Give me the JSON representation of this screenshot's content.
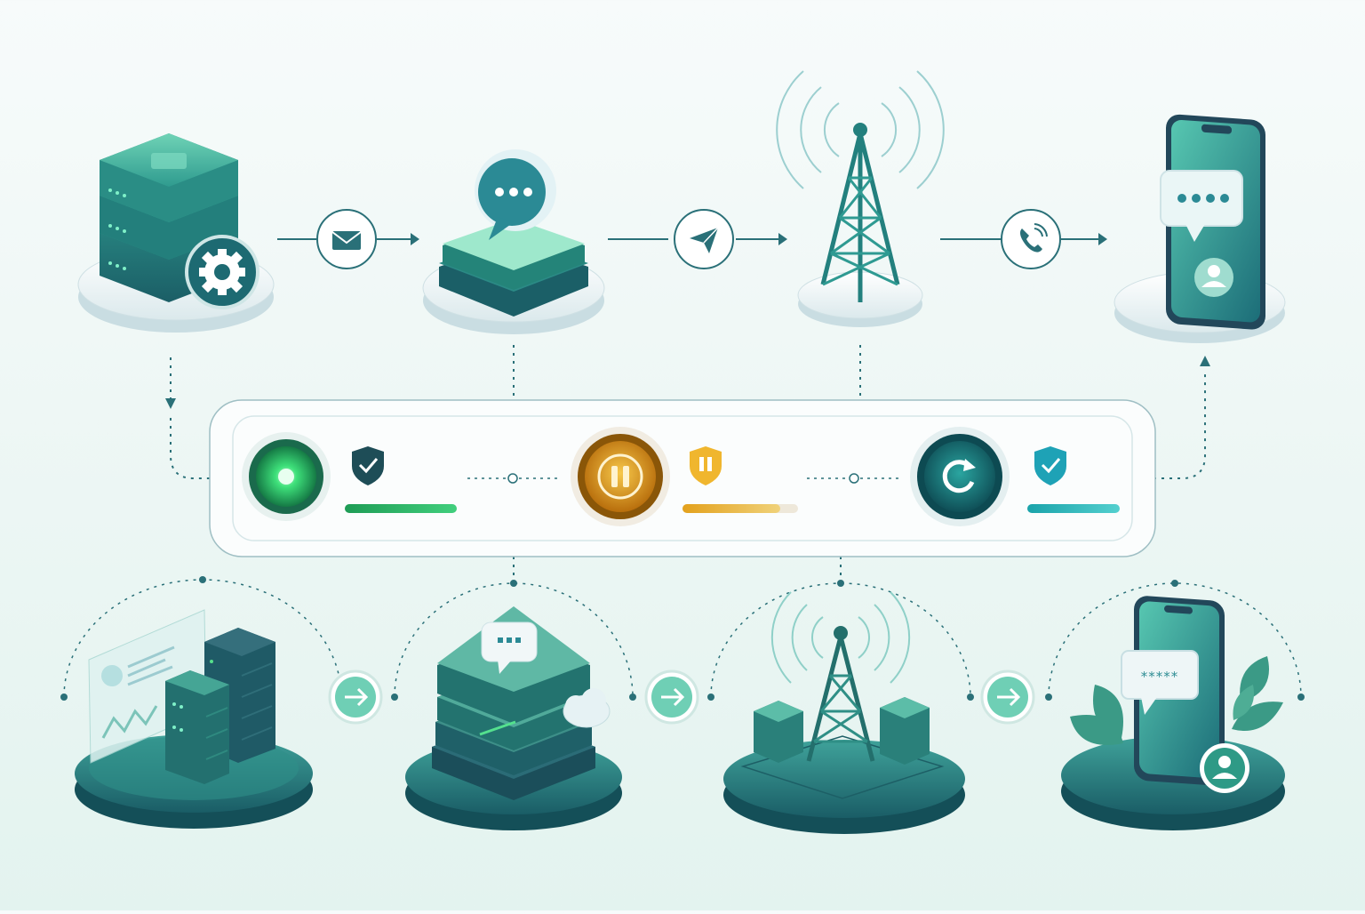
{
  "colors": {
    "teal_dark": "#1f6d73",
    "teal": "#2f9b8f",
    "teal_light": "#6fd0b5",
    "mint": "#bfeee0",
    "status_active": "#2dbf6a",
    "status_paused": "#e6a21a",
    "status_retry": "#1fa7b0",
    "line": "#2a7078"
  },
  "top_flow": {
    "nodes": [
      {
        "name": "server-with-gear",
        "icon": "server-gear-icon"
      },
      {
        "name": "message-platform",
        "icon": "chat-bubble-icon"
      },
      {
        "name": "cell-tower",
        "icon": "cell-tower-icon"
      },
      {
        "name": "smartphone",
        "icon": "phone-user-icon"
      }
    ],
    "connectors": [
      {
        "icon": "envelope-icon"
      },
      {
        "icon": "paper-plane-icon"
      },
      {
        "icon": "phone-call-icon"
      }
    ]
  },
  "status_panel": {
    "items": [
      {
        "state": "active",
        "icon": "active-dot-icon",
        "badge": "shield-check-icon",
        "progress": 1.0
      },
      {
        "state": "paused",
        "icon": "pause-icon",
        "badge": "shield-pause-icon",
        "progress": 0.85
      },
      {
        "state": "retry",
        "icon": "refresh-icon",
        "badge": "shield-check-icon",
        "progress": 1.0
      }
    ]
  },
  "bottom_flow": {
    "nodes": [
      {
        "name": "dashboard-servers",
        "icon": "server-rack-icon"
      },
      {
        "name": "message-stack",
        "icon": "chat-bubble-icon"
      },
      {
        "name": "tower-datacenter",
        "icon": "cell-tower-icon"
      },
      {
        "name": "phone-review",
        "icon": "phone-rating-icon"
      }
    ],
    "arrows": [
      "arrow-right-icon",
      "arrow-right-icon",
      "arrow-right-icon"
    ],
    "rating_text": "*****"
  }
}
